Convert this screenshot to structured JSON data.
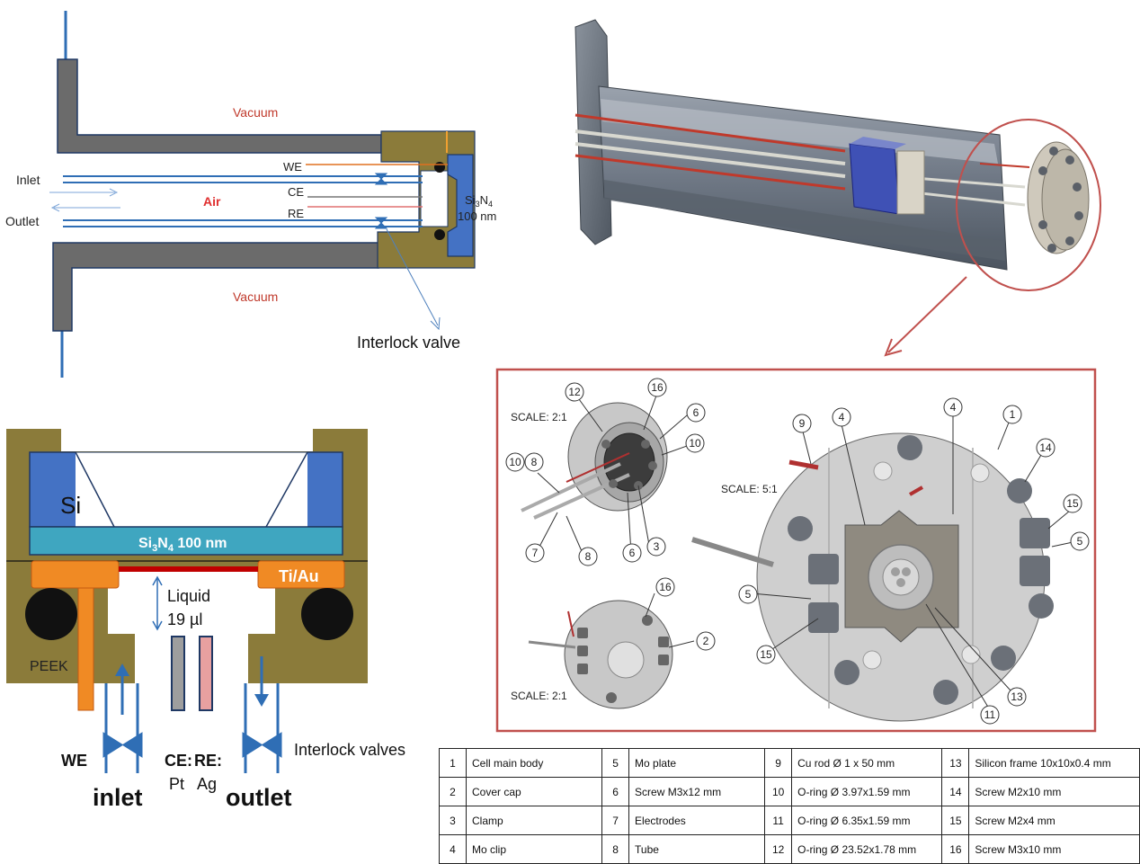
{
  "top_left": {
    "vacuum_top": "Vacuum",
    "vacuum_bottom": "Vacuum",
    "inlet": "Inlet",
    "outlet": "Outlet",
    "air": "Air",
    "we": "WE",
    "ce": "CE",
    "re": "RE",
    "membrane_material": "Si",
    "membrane_sub_3": "3",
    "membrane_n": "N",
    "membrane_sub_4": "4",
    "membrane_thickness": "100 nm",
    "interlock": "Interlock valve"
  },
  "bottom_left": {
    "si": "Si",
    "sin_si": "Si",
    "sin_3": "3",
    "sin_n": "N",
    "sin_4": "4",
    "sin_thickness": " 100 nm",
    "ti_au": "Ti/Au",
    "liquid": "Liquid",
    "volume": "19  µl",
    "peek": "PEEK",
    "we": "WE",
    "ce": "CE:",
    "re": "RE:",
    "pt": "Pt",
    "ag": "Ag",
    "inlet": "inlet",
    "outlet": "outlet",
    "interlock": "Interlock valves"
  },
  "detail": {
    "scale_a": "SCALE: 2:1",
    "scale_b": "SCALE: 5:1",
    "scale_c": "SCALE: 2:1",
    "callouts_small_top": [
      "12",
      "16",
      "6",
      "10",
      "10",
      "8",
      "7",
      "8",
      "6",
      "3"
    ],
    "callouts_small_bottom": [
      "16",
      "2"
    ],
    "callouts_large": [
      "9",
      "4",
      "4",
      "1",
      "14",
      "15",
      "5",
      "5",
      "15",
      "13",
      "11"
    ]
  },
  "parts": [
    [
      {
        "n": "1",
        "d": "Cell main body"
      },
      {
        "n": "5",
        "d": "Mo plate"
      },
      {
        "n": "9",
        "d": "Cu rod  Ø 1 x 50 mm"
      },
      {
        "n": "13",
        "d": "Silicon frame 10x10x0.4 mm"
      }
    ],
    [
      {
        "n": "2",
        "d": "Cover cap"
      },
      {
        "n": "6",
        "d": "Screw M3x12 mm"
      },
      {
        "n": "10",
        "d": "O-ring Ø 3.97x1.59 mm"
      },
      {
        "n": "14",
        "d": "Screw M2x10 mm"
      }
    ],
    [
      {
        "n": "3",
        "d": "Clamp"
      },
      {
        "n": "7",
        "d": "Electrodes"
      },
      {
        "n": "11",
        "d": "O-ring Ø 6.35x1.59 mm"
      },
      {
        "n": "15",
        "d": "Screw M2x4 mm"
      }
    ],
    [
      {
        "n": "4",
        "d": "Mo clip"
      },
      {
        "n": "8",
        "d": "Tube"
      },
      {
        "n": "12",
        "d": "O-ring Ø 23.52x1.78 mm"
      },
      {
        "n": "16",
        "d": "Screw M3x10 mm"
      }
    ]
  ],
  "colors": {
    "olive": "#8b7b3a",
    "gray_tube": "#6b6b6b",
    "blue_membrane": "#4472c4",
    "cyan_sin": "#3fa6c0",
    "orange": "#f08a24",
    "red": "#c00000",
    "frame_red": "#c0504d"
  }
}
